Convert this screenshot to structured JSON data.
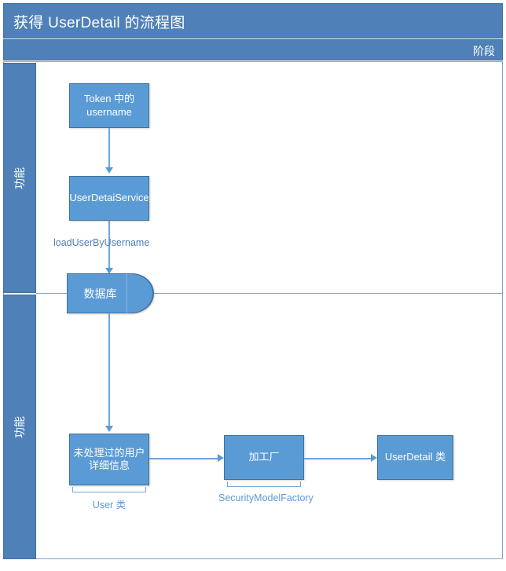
{
  "diagram": {
    "title": "获得 UserDetail 的流程图",
    "phase_header": "阶段",
    "lanes": [
      {
        "label": "功能"
      },
      {
        "label": "功能"
      }
    ],
    "nodes": {
      "token_username": "Token 中的 username",
      "user_detail_service": "UserDetaiService",
      "database": "数据库",
      "raw_user_info": "未处理过的用户详细信息",
      "factory": "加工厂",
      "user_detail_class": "UserDetail 类"
    },
    "edge_labels": {
      "load_user_by_username": "loadUserByUsername"
    },
    "annotations": {
      "user_class": "User 类",
      "security_model_factory": "SecurityModelFactory"
    },
    "colors": {
      "header_band": "#4f81b8",
      "node_fill": "#5b9bd5",
      "node_border": "#41719c",
      "connector": "#6ba4dd",
      "label_text": "#4f81b8",
      "frame_border": "#7aa6cf"
    }
  }
}
